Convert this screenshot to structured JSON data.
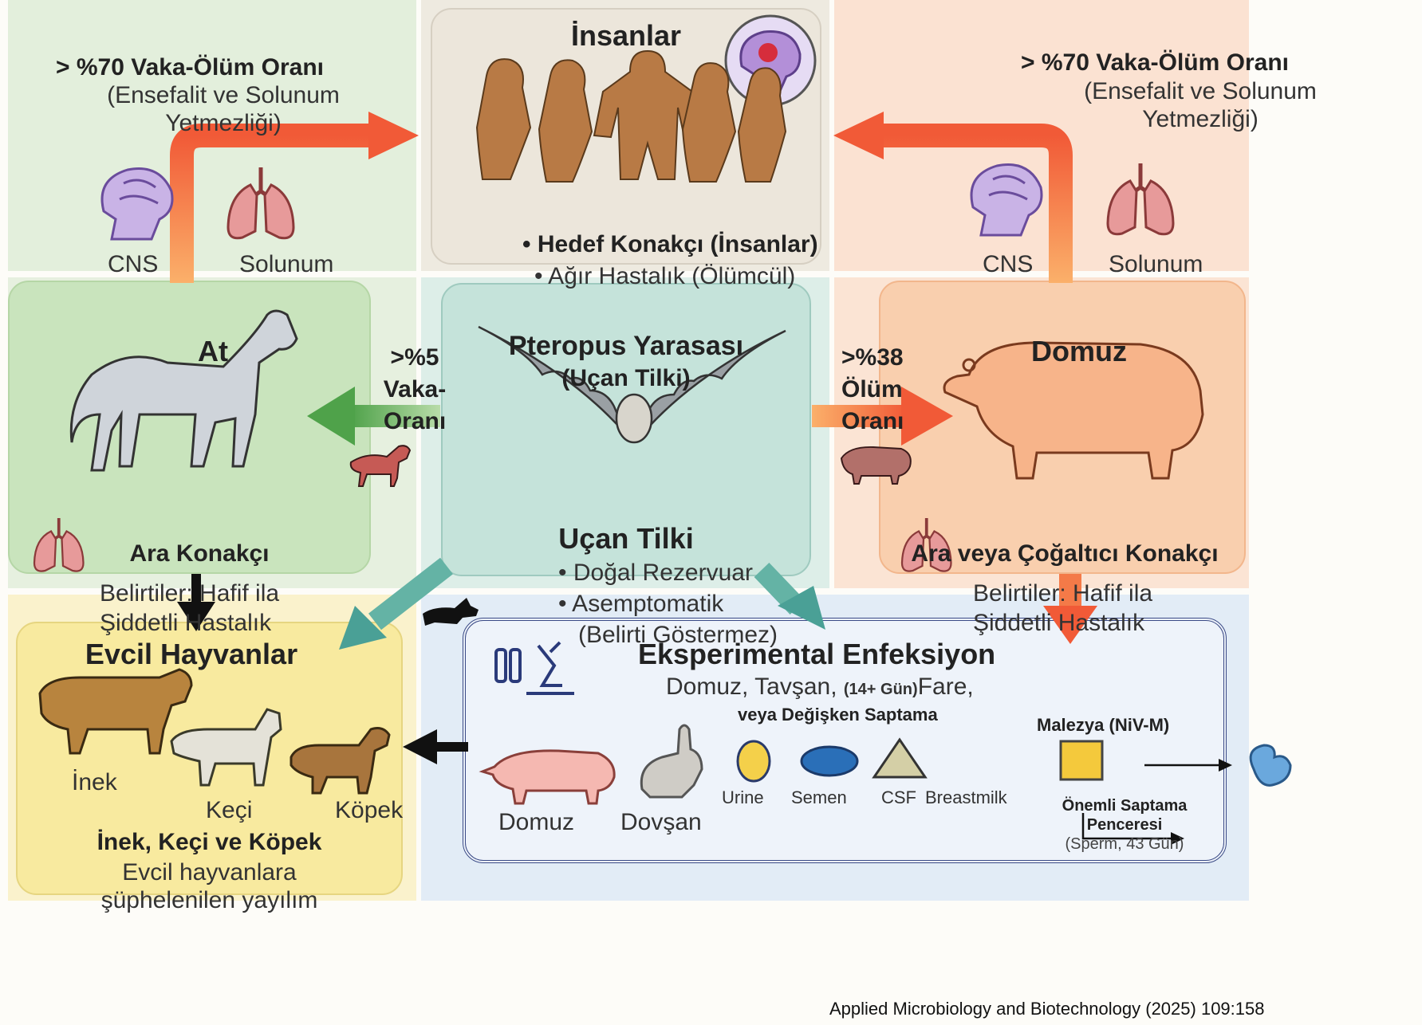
{
  "top_left": {
    "rate": "> %70 Vaka-Ölüm Oranı",
    "sub1": "(Ensefalit ve Solunum",
    "sub2": "Yetmezliği)",
    "cns": "CNS",
    "resp": "Solunum"
  },
  "top_right": {
    "rate": "> %70 Vaka-Ölüm Oranı",
    "sub1": "(Ensefalit ve Solunum",
    "sub2": "Yetmezliği)",
    "cns": "CNS",
    "resp": "Solunum"
  },
  "humans": {
    "title": "İnsanlar",
    "bullet1": "• Hedef Konakçı (İnsanlar)",
    "bullet2": "• Ağır Hastalık (Ölümcül)"
  },
  "horse": {
    "title": "At",
    "host": "Ara Konakçı",
    "sym1": "Belirtiler: Hafif ila",
    "sym2": "Şiddetli Hastalık",
    "rate1": ">%5",
    "rate2": "Vaka-",
    "rate3": "Oranı"
  },
  "bat": {
    "title": "Pteropus Yarasası",
    "subtitle": "(Uçan Tilki)",
    "name": "Uçan Tilki",
    "b1": "• Doğal Rezervuar",
    "b2": "• Asemptomatik",
    "b3": "(Belirti Göstermez)"
  },
  "pig": {
    "title": "Domuz",
    "host": "Ara veya Çoğaltıcı Konakçı",
    "sym1": "Belirtiler: Hafif ila",
    "sym2": "Şiddetli Hastalık",
    "rate1": ">%38",
    "rate2": "Ölüm",
    "rate3": "Oranı"
  },
  "domestic": {
    "title": "Evcil Hayvanlar",
    "cow": "İnek",
    "goat": "Keçi",
    "dog": "Köpek",
    "summary": "İnek, Keçi ve Köpek",
    "desc1": "Evcil hayvanlara",
    "desc2": "şüphelenilen yayılım"
  },
  "experimental": {
    "title": "Eksperimental Enfeksiyon",
    "line1a": "Domuz, Tavşan,",
    "line1b": "(14+ Gün)",
    "line1c": "Fare,",
    "line2": "veya Değişken Saptama",
    "malaysia": "Malezya (NiV-M)",
    "pig": "Domuz",
    "rabbit": "Dovşan",
    "urine": "Urine",
    "semen": "Semen",
    "csf": "CSF",
    "breastmilk": "Breastmilk",
    "window1": "Önemli Saptama",
    "window2": "Penceresi",
    "window3": "(Sperm, 43 Gün)"
  },
  "citation": "Applied Microbiology and Biotechnology (2025) 109:158",
  "colors": {
    "green_bg": "#e3efdc",
    "human_bg": "#eeeae0",
    "orange_bg": "#fbe2d2",
    "yellow_bg": "#fbf3c6",
    "blue_bg": "#e5eef7",
    "bat_panel": "#c7e3db",
    "arrow_orange": "#f26a3a",
    "arrow_green": "#6db36d",
    "arrow_teal": "#5aa8a0"
  },
  "icons": [
    "brain-icon",
    "lungs-icon",
    "horse-icon",
    "pig-icon",
    "bat-icon",
    "cow-icon",
    "goat-icon",
    "dog-icon",
    "rabbit-icon",
    "microscope-icon",
    "sperm-icon"
  ]
}
